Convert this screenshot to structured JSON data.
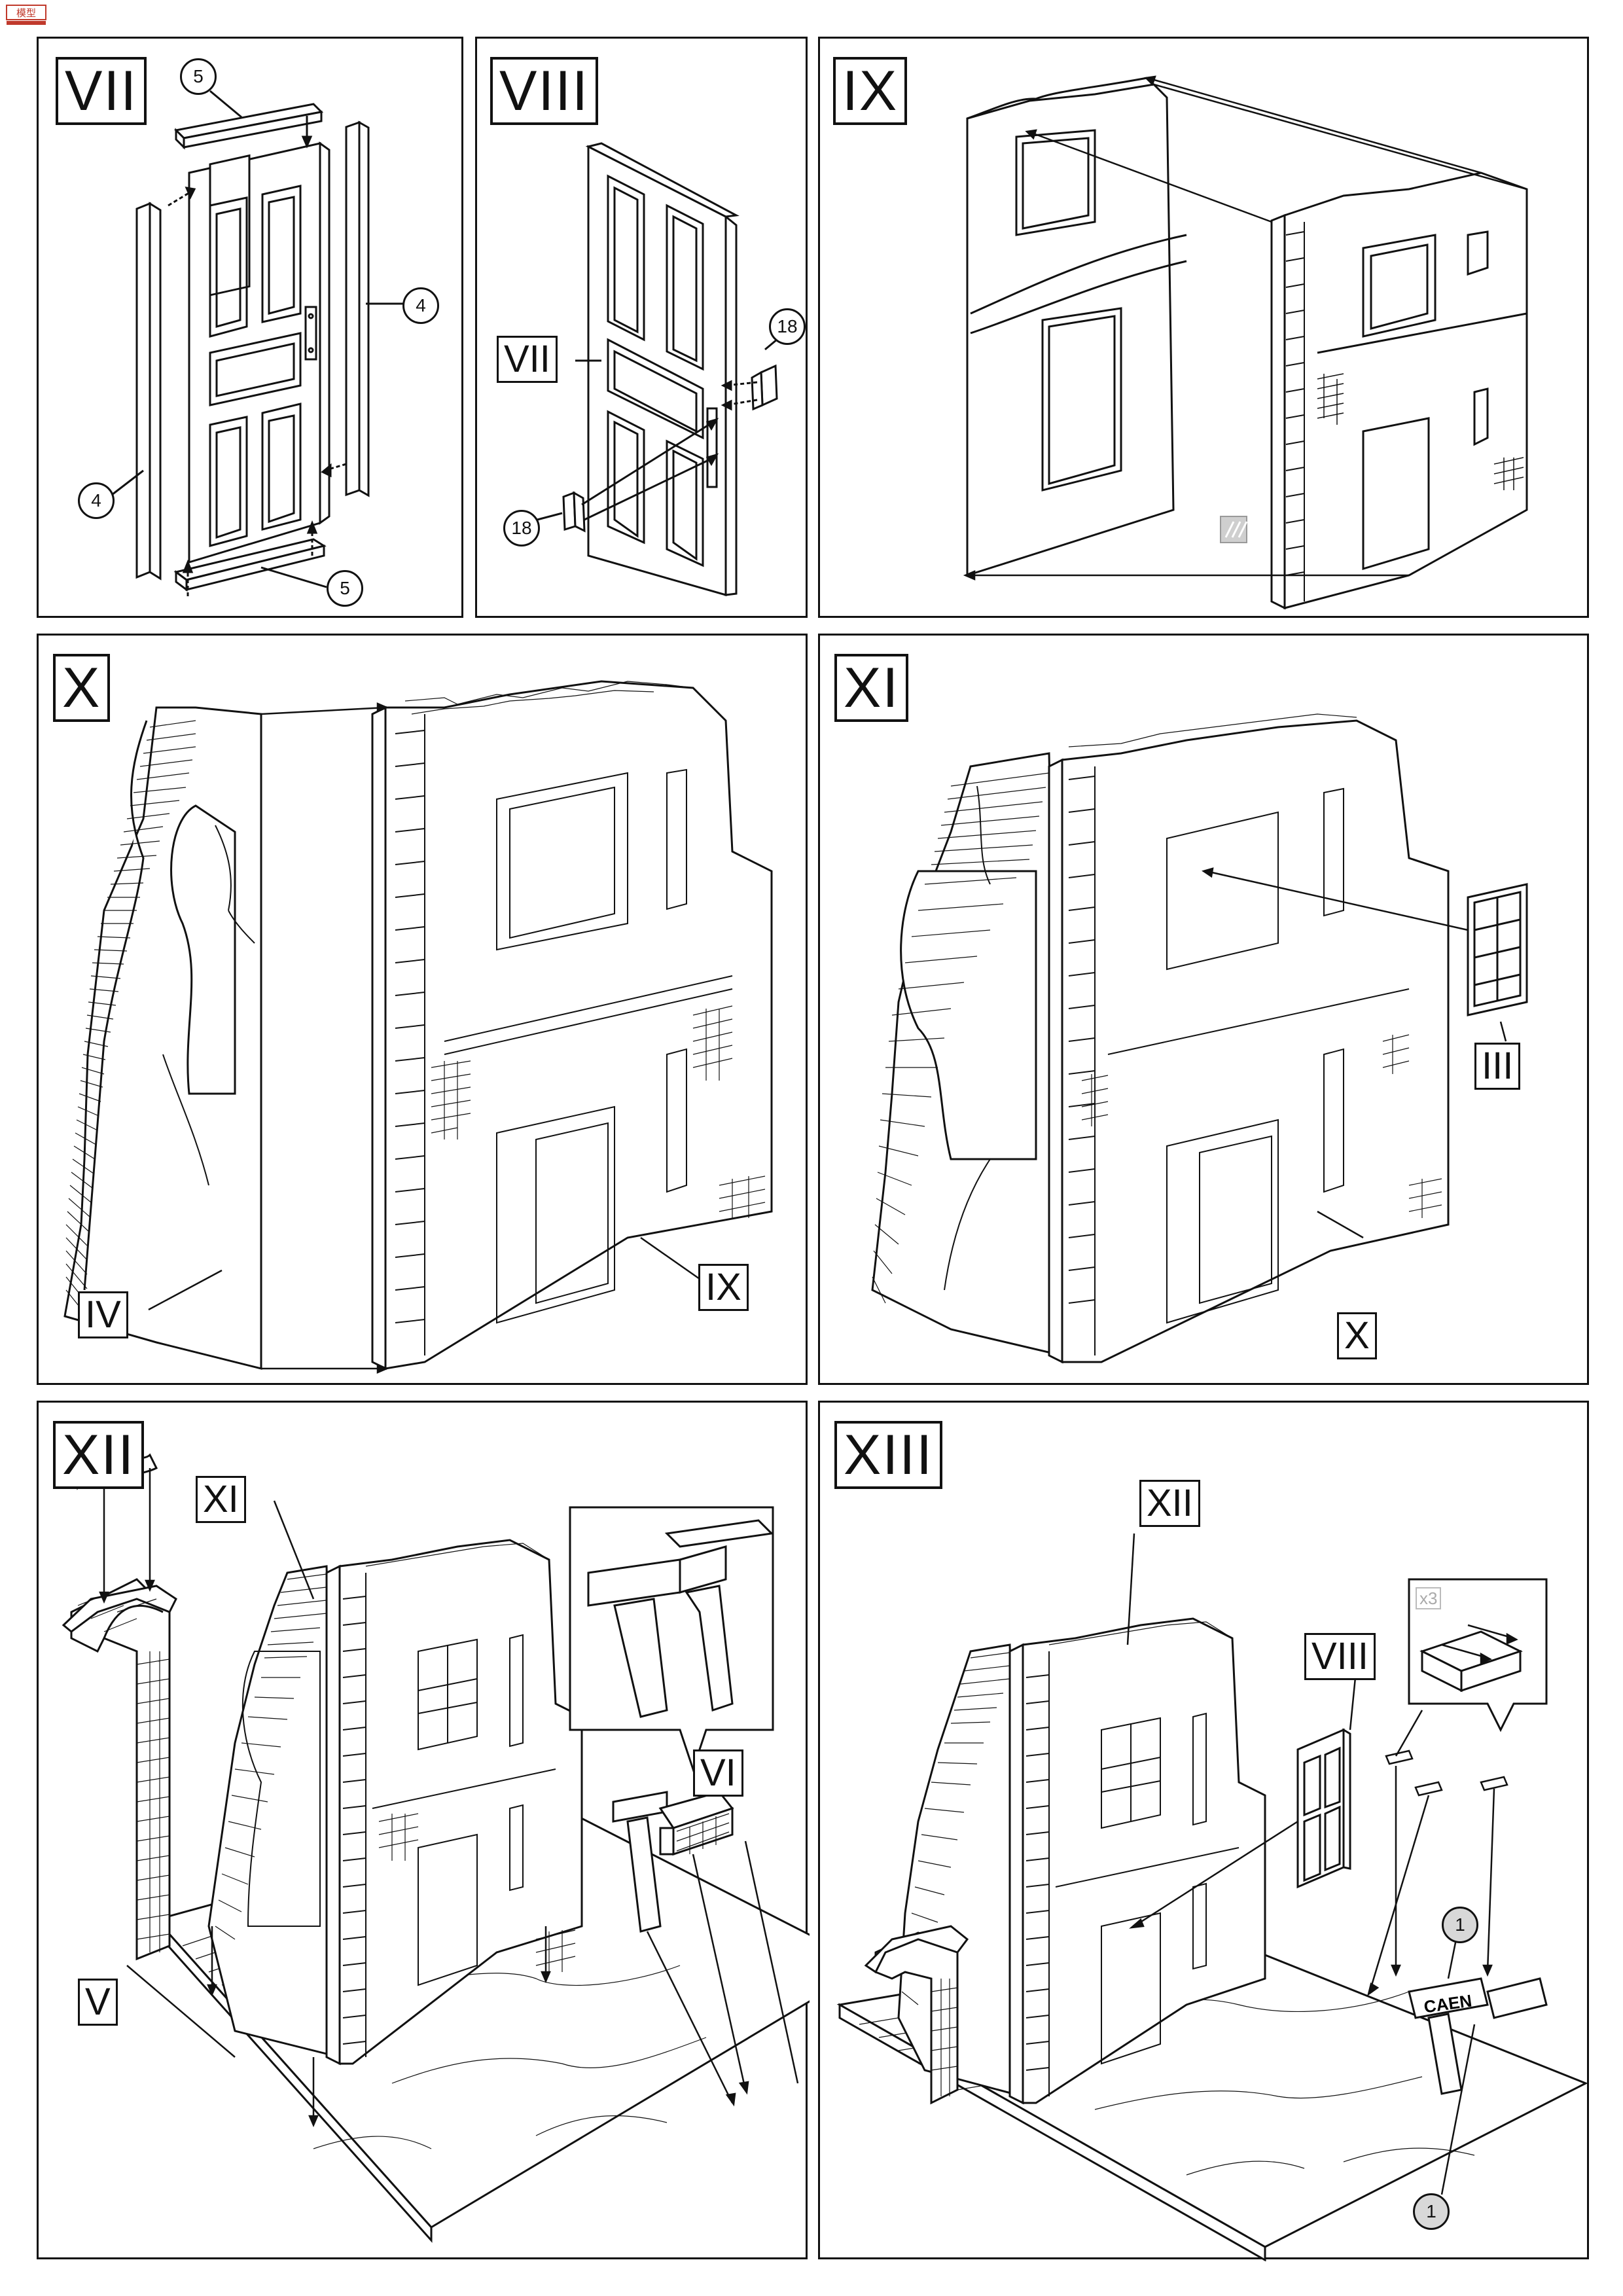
{
  "logo": {
    "text": "模型"
  },
  "steps": {
    "p1": "VII",
    "p2": "VIII",
    "p3": "IX",
    "p4": "X",
    "p5": "XI",
    "p6": "XII",
    "p7": "XIII"
  },
  "tags": {
    "p2_door": "VII",
    "p4_left": "IV",
    "p4_right": "IX",
    "p5_window": "III",
    "p5_wall": "X",
    "p6_building": "XI",
    "p6_arch": "V",
    "p6_wall": "VI",
    "p7_building": "XII",
    "p7_door": "VIII"
  },
  "parts": {
    "p1_top": "5",
    "p1_right": "4",
    "p1_left": "4",
    "p1_bottom": "5",
    "p2_hinge_top": "18",
    "p2_hinge_bottom": "18",
    "p7_part_top": "1",
    "p7_part_bottom": "1"
  },
  "quantity_mark": "x3",
  "sign_text": "CAEN",
  "colors": {
    "line": "#111111",
    "fill": "#ffffff",
    "callout_grey": "#d8d8d8"
  }
}
